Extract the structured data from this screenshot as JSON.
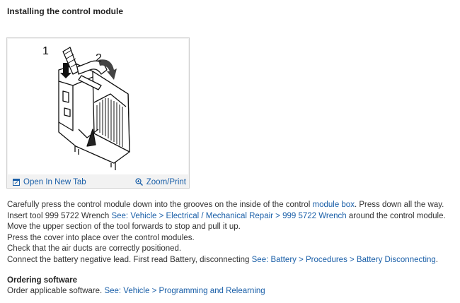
{
  "page": {
    "title": "Installing the control module"
  },
  "figure": {
    "callout_1": "1",
    "callout_2": "2",
    "open_tab_label": "Open In New Tab",
    "zoom_print_label": "Zoom/Print",
    "icons": {
      "open_tab": "open-in-new-tab-icon",
      "zoom": "zoom-magnifier-icon"
    }
  },
  "steps": {
    "s1": {
      "text": "Carefully press the control module down into the grooves on the inside of the control ",
      "link": "module box",
      "after": ". Press down all the way."
    },
    "s2": {
      "text": "Insert tool 999 5722 Wrench ",
      "link": "See: Vehicle > Electrical / Mechanical Repair > 999 5722 Wrench",
      "after": " around the control module."
    },
    "s3": {
      "text": "Move the upper section of the tool forwards to stop and pull it up."
    },
    "s4": {
      "text": "Press the cover into place over the control modules."
    },
    "s5": {
      "text": "Check that the air ducts are correctly positioned."
    },
    "s6": {
      "text": "Connect the battery negative lead. First read Battery, disconnecting ",
      "link": "See: Battery > Procedures > Battery Disconnecting",
      "after": "."
    }
  },
  "ordering": {
    "heading": "Ordering software",
    "text": "Order applicable software. ",
    "link": "See: Vehicle > Programming and Relearning"
  },
  "colors": {
    "link": "#1a5fa8",
    "text": "#333333",
    "figure_bar": "#f2f2f2",
    "figure_border": "#cfcfcf"
  }
}
